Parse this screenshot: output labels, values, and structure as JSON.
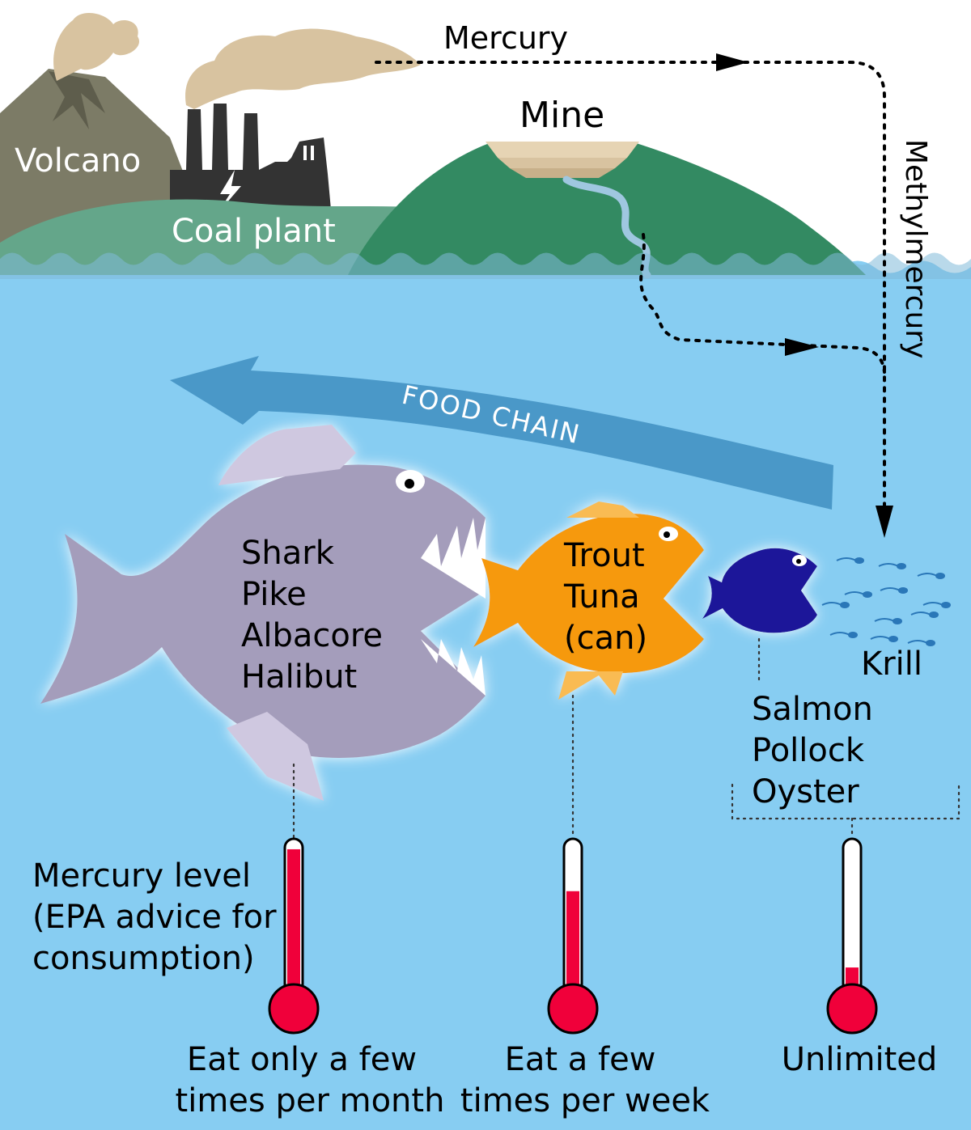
{
  "sources": {
    "volcano": "Volcano",
    "coal_plant": "Coal plant",
    "mine": "Mine"
  },
  "flows": {
    "mercury": "Mercury",
    "methylmercury": "Methylmercury",
    "food_chain": "FOOD CHAIN"
  },
  "fish_groups": {
    "high": [
      "Shark",
      "Pike",
      "Albacore",
      "Halibut"
    ],
    "medium": [
      "Trout",
      "Tuna",
      "(can)"
    ],
    "low": [
      "Salmon",
      "Pollock",
      "Oyster"
    ],
    "krill": "Krill"
  },
  "legend": {
    "title_lines": [
      "Mercury level",
      "(EPA advice for",
      "consumption)"
    ]
  },
  "thermometers": [
    {
      "level": 0.93,
      "advice_lines": [
        "Eat only a few",
        "times per month"
      ]
    },
    {
      "level": 0.65,
      "advice_lines": [
        "Eat a few",
        "times per week"
      ]
    },
    {
      "level": 0.14,
      "advice_lines": [
        "Unlimited"
      ]
    }
  ],
  "colors": {
    "sky": "#ffffff",
    "water": "#87cdf2",
    "volcano": "#7c7b66",
    "smoke": "#d8c3a0",
    "factory": "#333333",
    "hill_green": "#338a62",
    "hill_light": "#64a68a",
    "food_chain_arrow": "#4a98c8",
    "big_fish": "#a49dbb",
    "mid_fish": "#f6990c",
    "small_fish": "#1a1299",
    "krill": "#2a77b8",
    "mercury_red": "#f0003a"
  }
}
